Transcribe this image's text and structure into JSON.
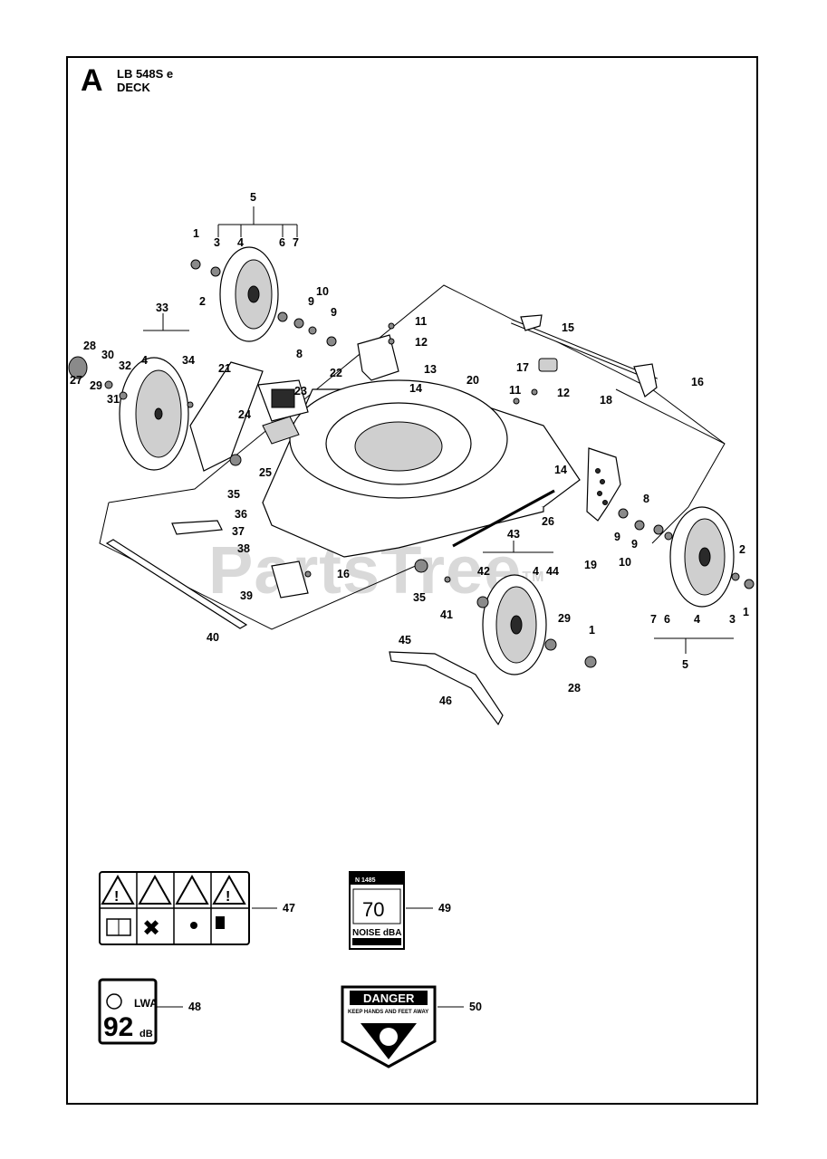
{
  "header": {
    "section_letter": "A",
    "model": "LB 548S e",
    "title": "DECK"
  },
  "watermark": {
    "text": "PartsTree",
    "trademark": "TM"
  },
  "callouts": [
    "1",
    "2",
    "3",
    "4",
    "5",
    "6",
    "7",
    "8",
    "9",
    "10",
    "11",
    "12",
    "13",
    "14",
    "15",
    "16",
    "17",
    "18",
    "19",
    "20",
    "21",
    "22",
    "23",
    "24",
    "25",
    "26",
    "27",
    "28",
    "29",
    "30",
    "31",
    "32",
    "33",
    "34",
    "35",
    "36",
    "37",
    "38",
    "39",
    "40",
    "41",
    "42",
    "43",
    "44",
    "45",
    "46",
    "47",
    "48",
    "49",
    "50"
  ],
  "decals": {
    "noise_value": "70",
    "noise_unit": "NOISE dBA",
    "noise_top": "N 1485",
    "sound_power_value": "92",
    "sound_power_unit": "dB",
    "sound_power_label": "LWA",
    "danger_title": "DANGER",
    "danger_line1": "KEEP HANDS AND FEET AWAY"
  }
}
